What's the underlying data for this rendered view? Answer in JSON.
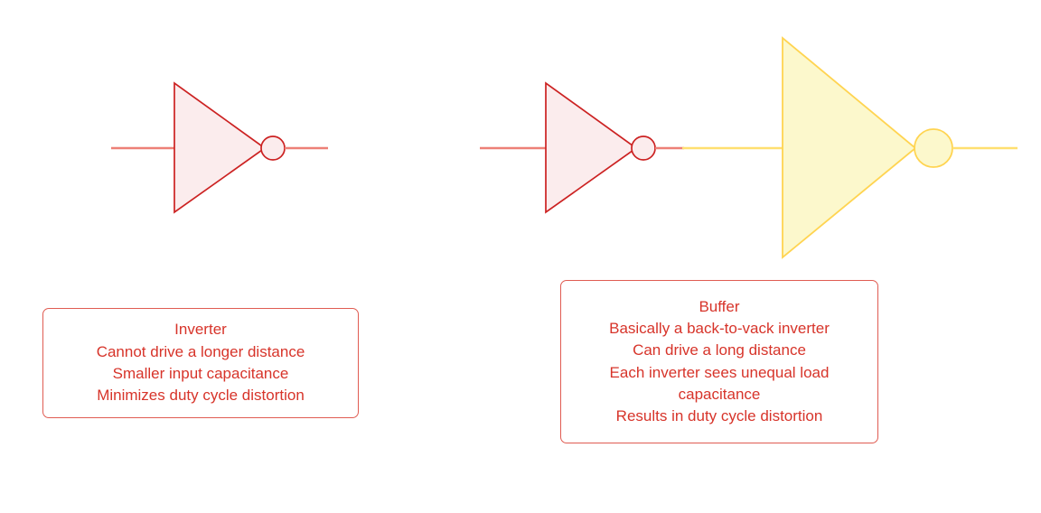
{
  "diagram": {
    "title": "Inverter versus Buffer logic gate comparison",
    "background_color": "#ffffff",
    "colors": {
      "red_stroke": "#cc2222",
      "red_wire": "#ed8077",
      "red_fill": "#fbeced",
      "red_text": "#d7342a",
      "red_box_border": "#e05c52",
      "yellow_stroke": "#ffd451",
      "yellow_fill": "#fcf8cc",
      "yellow_wire": "#ffdf70"
    }
  },
  "left_group": {
    "name": "inverter-symbol",
    "gate_kind": "inverter",
    "shape": "triangle-with-bubble",
    "input_wire": "horizontal-line",
    "output_wire": "horizontal-line"
  },
  "right_group": {
    "name": "buffer-symbol",
    "gate_kind": "buffer",
    "stage_1": "inverter",
    "stage_2": "inverter",
    "shape": "two-cascaded-triangles-with-bubbles",
    "input_wire": "horizontal-line",
    "interstage_wire": "horizontal-line",
    "output_wire": "horizontal-line"
  },
  "notes": {
    "inverter": {
      "heading": "Inverter",
      "lines": [
        "Inverter",
        "Cannot drive a longer distance",
        "Smaller input capacitance",
        "Minimizes duty cycle distortion"
      ]
    },
    "buffer": {
      "heading": "Buffer",
      "lines": [
        "Buffer",
        "Basically a back-to-vack inverter",
        "Can drive a long distance",
        "Each inverter sees unequal load capacitance",
        "Results in duty cycle distortion"
      ]
    }
  }
}
